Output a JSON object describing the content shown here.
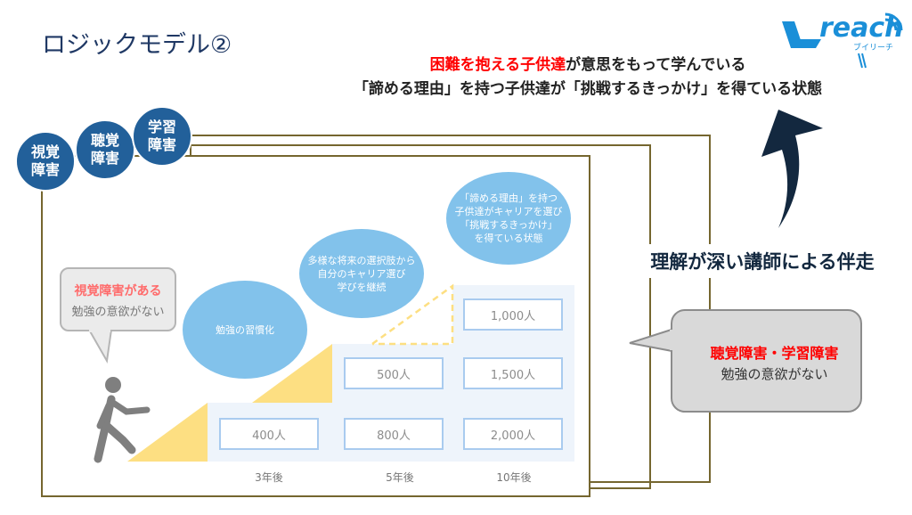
{
  "title": "ロジックモデル②",
  "logo": {
    "text": "reach",
    "sub": "ブイリーチ"
  },
  "goal": {
    "line1_red": "困難を抱える子供達",
    "line1_rest": "が意思をもって学んでいる",
    "line2": "「諦める理由」を持つ子供達が「挑戦するきっかけ」を得ている状態"
  },
  "categories": [
    {
      "line1": "視覚",
      "line2": "障害"
    },
    {
      "line1": "聴覚",
      "line2": "障害"
    },
    {
      "line1": "学習",
      "line2": "障害"
    }
  ],
  "left_bubble": {
    "heading": "視覚障害がある",
    "text": "勉強の意欲がない"
  },
  "right_bubble": {
    "heading": "聴覚障害・学習障害",
    "text": "勉強の意欲がない"
  },
  "support_label": "理解が深い講師による伴走",
  "stages": [
    {
      "lines": [
        "勉強の習慣化"
      ]
    },
    {
      "lines": [
        "多様な将来の選択肢から",
        "自分のキャリア選び",
        "学びを継続"
      ]
    },
    {
      "lines": [
        "「諦める理由」を持つ",
        "子供達がキャリアを選び",
        "「挑戦するきっかけ」",
        "を得ている状態"
      ]
    }
  ],
  "counts": {
    "top": [
      "1,000人"
    ],
    "middle": [
      "500人",
      "1,500人"
    ],
    "bottom": [
      "400人",
      "800人",
      "2,000人"
    ]
  },
  "years": [
    "3年後",
    "5年後",
    "10年後"
  ],
  "colors": {
    "navy": "#22609a",
    "frame": "#75662f",
    "red": "#ff0000",
    "yellow": "#fddf82",
    "panel": "#eef4fb"
  }
}
